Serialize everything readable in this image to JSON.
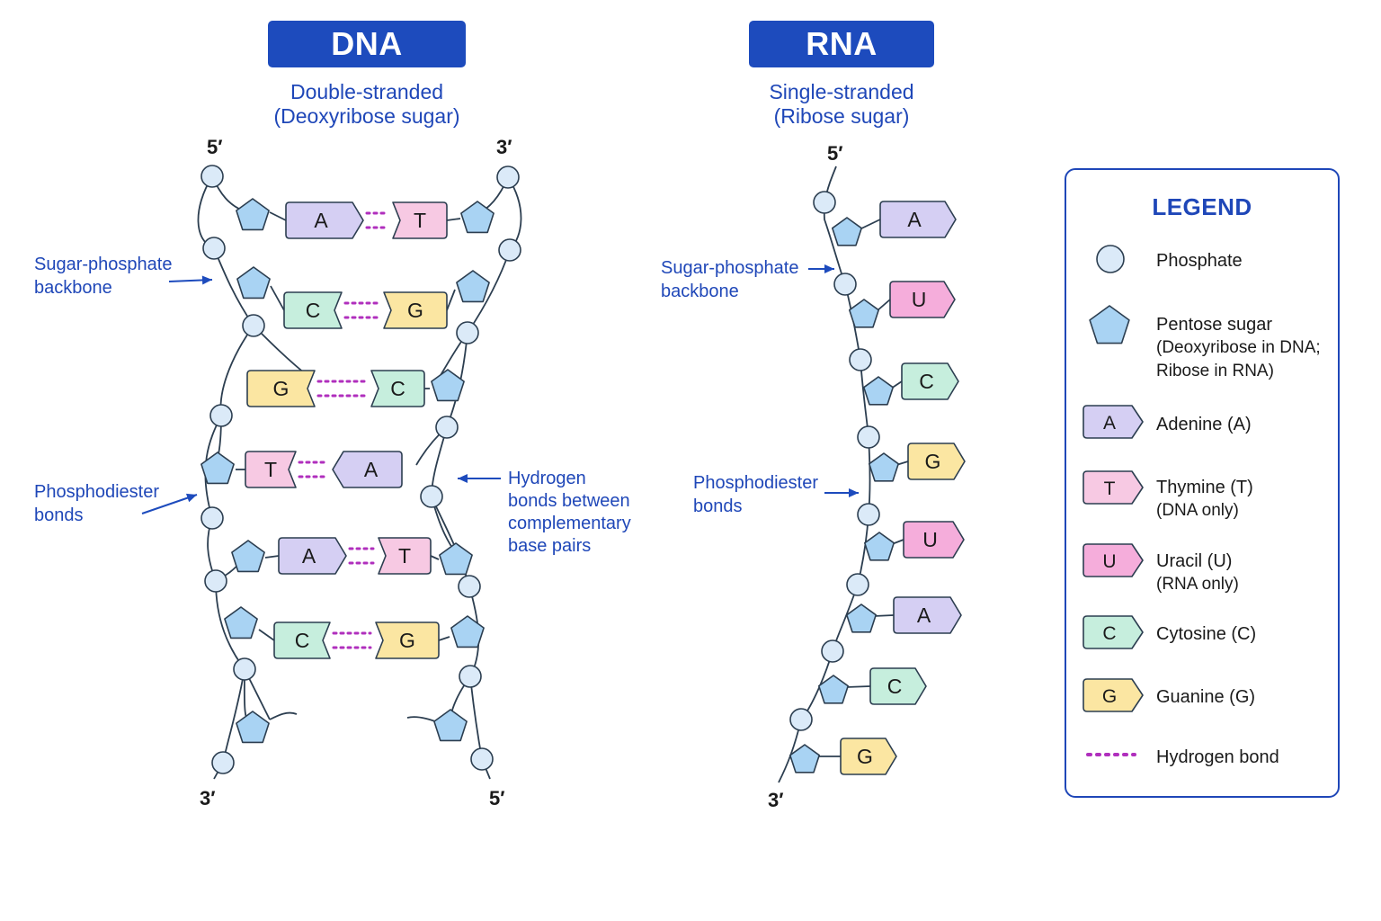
{
  "dna": {
    "title": "DNA",
    "subtitle_line1": "Double-stranded",
    "subtitle_line2": "(Deoxyribose sugar)",
    "end_top_left": "5′",
    "end_top_right": "3′",
    "end_bottom_left": "3′",
    "end_bottom_right": "5′",
    "label_backbone": "Sugar-phosphate\nbackbone",
    "label_phosphodiester": "Phosphodiester\nbonds",
    "label_hydrogen": "Hydrogen\nbonds between\ncomplementary\nbase pairs",
    "base_pairs": [
      {
        "left": "A",
        "right": "T"
      },
      {
        "left": "C",
        "right": "G"
      },
      {
        "left": "G",
        "right": "C"
      },
      {
        "left": "T",
        "right": "A"
      },
      {
        "left": "A",
        "right": "T"
      },
      {
        "left": "C",
        "right": "G"
      }
    ]
  },
  "rna": {
    "title": "RNA",
    "subtitle_line1": "Single-stranded",
    "subtitle_line2": "(Ribose sugar)",
    "end_top": "5′",
    "end_bottom": "3′",
    "label_backbone": "Sugar-phosphate\nbackbone",
    "label_phosphodiester": "Phosphodiester\nbonds",
    "bases": [
      "A",
      "U",
      "C",
      "G",
      "U",
      "A",
      "C",
      "G"
    ]
  },
  "legend": {
    "title": "LEGEND",
    "items": [
      {
        "symbol": "phosphate",
        "label": "Phosphate",
        "sub": ""
      },
      {
        "symbol": "sugar",
        "label": "Pentose sugar",
        "sub": "(Deoxyribose in DNA;\nRibose in RNA)"
      },
      {
        "symbol": "A",
        "label": "Adenine (A)",
        "sub": ""
      },
      {
        "symbol": "T",
        "label": "Thymine (T)",
        "sub": "(DNA only)"
      },
      {
        "symbol": "U",
        "label": "Uracil (U)",
        "sub": "(RNA only)"
      },
      {
        "symbol": "C",
        "label": "Cytosine (C)",
        "sub": ""
      },
      {
        "symbol": "G",
        "label": "Guanine (G)",
        "sub": ""
      },
      {
        "symbol": "hbond",
        "label": "Hydrogen bond",
        "sub": ""
      }
    ]
  },
  "colors": {
    "A": "#d5cff3",
    "T": "#f7c9e3",
    "U": "#f5addb",
    "C": "#c6eedd",
    "G": "#fbe6a2",
    "phosphate": "#dbeaf8",
    "sugar": "#a9d3f3",
    "hbond": "#b02fbd",
    "accent": "#1d4bbd"
  }
}
